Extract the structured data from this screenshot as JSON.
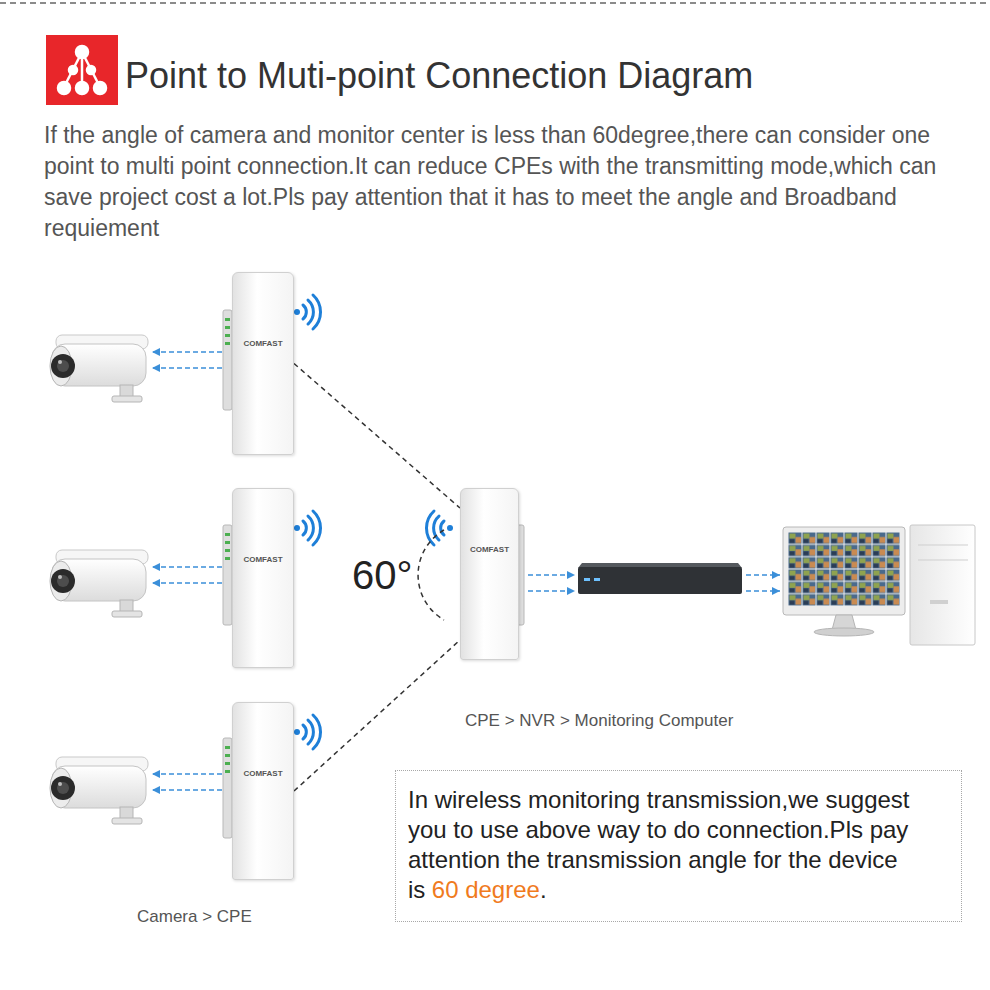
{
  "diagram": {
    "title": "Point to Muti-point Connection Diagram",
    "nodes": [
      {
        "text": [
          "COMFAST"
        ]
      },
      {
        "text": [
          "COMFAST"
        ]
      },
      {
        "text": [
          "COMFAST"
        ]
      },
      {
        "text": [
          "COMFAST"
        ]
      },
      {
        "text": [
          "In wireless monitoring transmission,we suggest you to use above way to do connection.Pls pay attention the transmission angle for the device is",
          "60 degree",
          "."
        ]
      }
    ],
    "edges": [
      {
        "from": 0,
        "to": 3,
        "arrow": "none"
      },
      {
        "from": 2,
        "to": 3,
        "arrow": "none"
      }
    ],
    "labels": [
      "If the angle of camera and monitor center is less than 60degree,there can consider one point to multi point connection.It can reduce CPEs with the transmitting mode,which can save project cost a lot.Pls pay attention that it has to meet the angle and Broadband requiement",
      "60°",
      "CPE > NVR > Monitoring Computer",
      "Camera > CPE"
    ]
  }
}
